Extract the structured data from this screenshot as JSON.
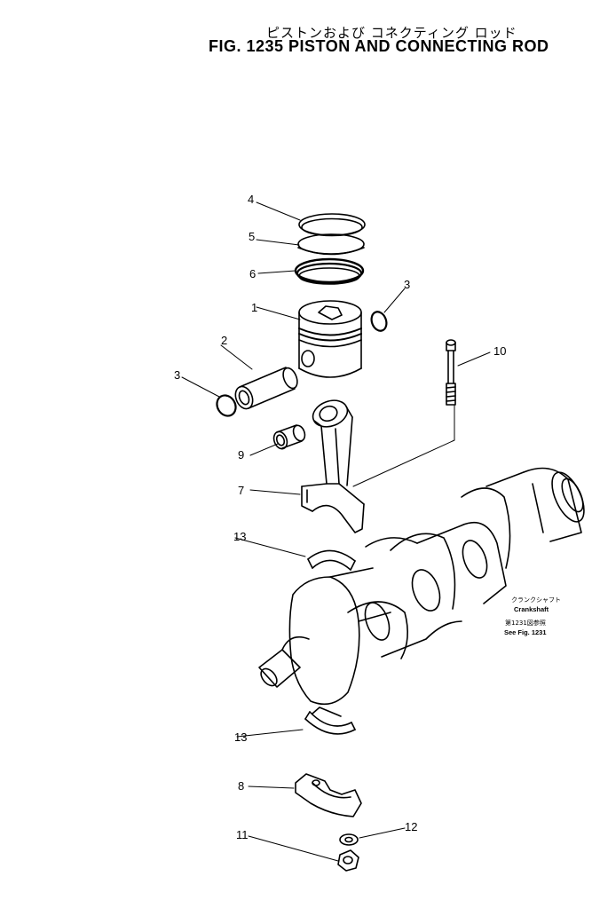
{
  "title": {
    "japanese": "ピストンおよび コネクティング ロッド",
    "english": "FIG. 1235  PISTON AND CONNECTING ROD"
  },
  "callouts": [
    "1",
    "2",
    "3",
    "3",
    "4",
    "5",
    "6",
    "7",
    "8",
    "9",
    "10",
    "11",
    "12",
    "13",
    "13"
  ],
  "crankshaft_note": {
    "japanese": "クランクシャフト",
    "english": "Crankshaft",
    "japanese_ref": "第1231図参照",
    "english_ref": "See Fig. 1231"
  }
}
